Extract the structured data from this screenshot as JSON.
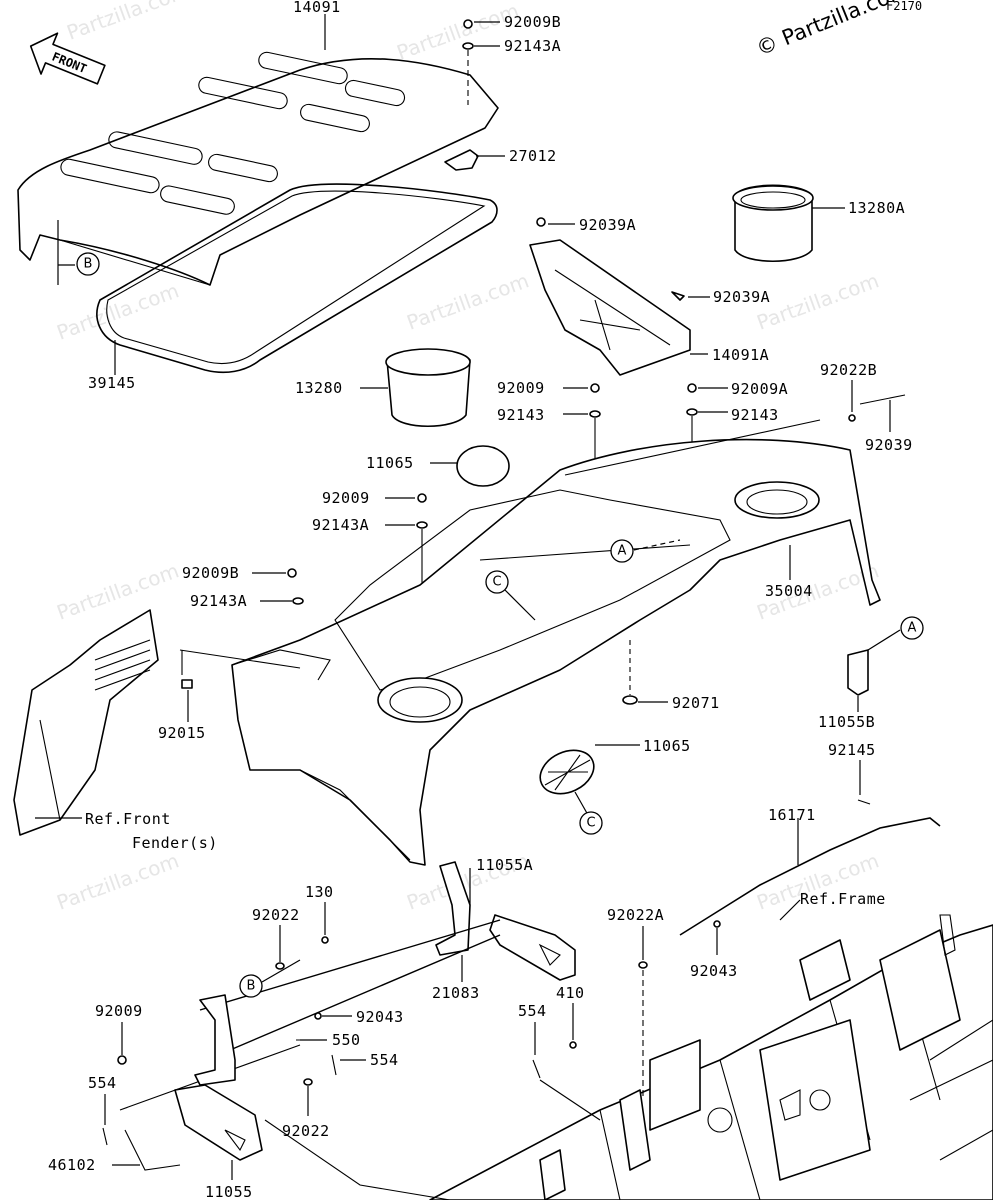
{
  "diagram_code": "F2170",
  "watermark": "Partzilla.com",
  "copyright": "© Partzilla.com",
  "front_arrow_label": "FRONT",
  "callouts": {
    "a": "A",
    "b": "B",
    "c": "C"
  },
  "parts": {
    "p14091": "14091",
    "p92009B_top": "92009B",
    "p92143A_top": "92143A",
    "p27012": "27012",
    "p92039A_1": "92039A",
    "p13280A": "13280A",
    "p92039A_2": "92039A",
    "p14091A": "14091A",
    "p39145": "39145",
    "p13280": "13280",
    "p92009_mid": "92009",
    "p92143_mid": "92143",
    "p92009A": "92009A",
    "p92143_r": "92143",
    "p92022B": "92022B",
    "p92039": "92039",
    "p11065_top": "11065",
    "p92009_l": "92009",
    "p92143A_l": "92143A",
    "p92009B_l": "92009B",
    "p92143A_l2": "92143A",
    "p35004": "35004",
    "p92015": "92015",
    "p92071": "92071",
    "p11055B": "11055B",
    "p11065_bot": "11065",
    "p92145": "92145",
    "p16171": "16171",
    "p11055A": "11055A",
    "p130": "130",
    "p92022_a": "92022",
    "p21083": "21083",
    "p92022A": "92022A",
    "p92043_r": "92043",
    "p410": "410",
    "p554_a": "554",
    "p92009_b": "92009",
    "p92043_l": "92043",
    "p550": "550",
    "p554_b": "554",
    "p554_c": "554",
    "p92022_b": "92022",
    "p46102": "46102",
    "p11055": "11055"
  },
  "refs": {
    "front_fender_1": "Ref.Front",
    "front_fender_2": "Fender(s)",
    "frame": "Ref.Frame"
  }
}
